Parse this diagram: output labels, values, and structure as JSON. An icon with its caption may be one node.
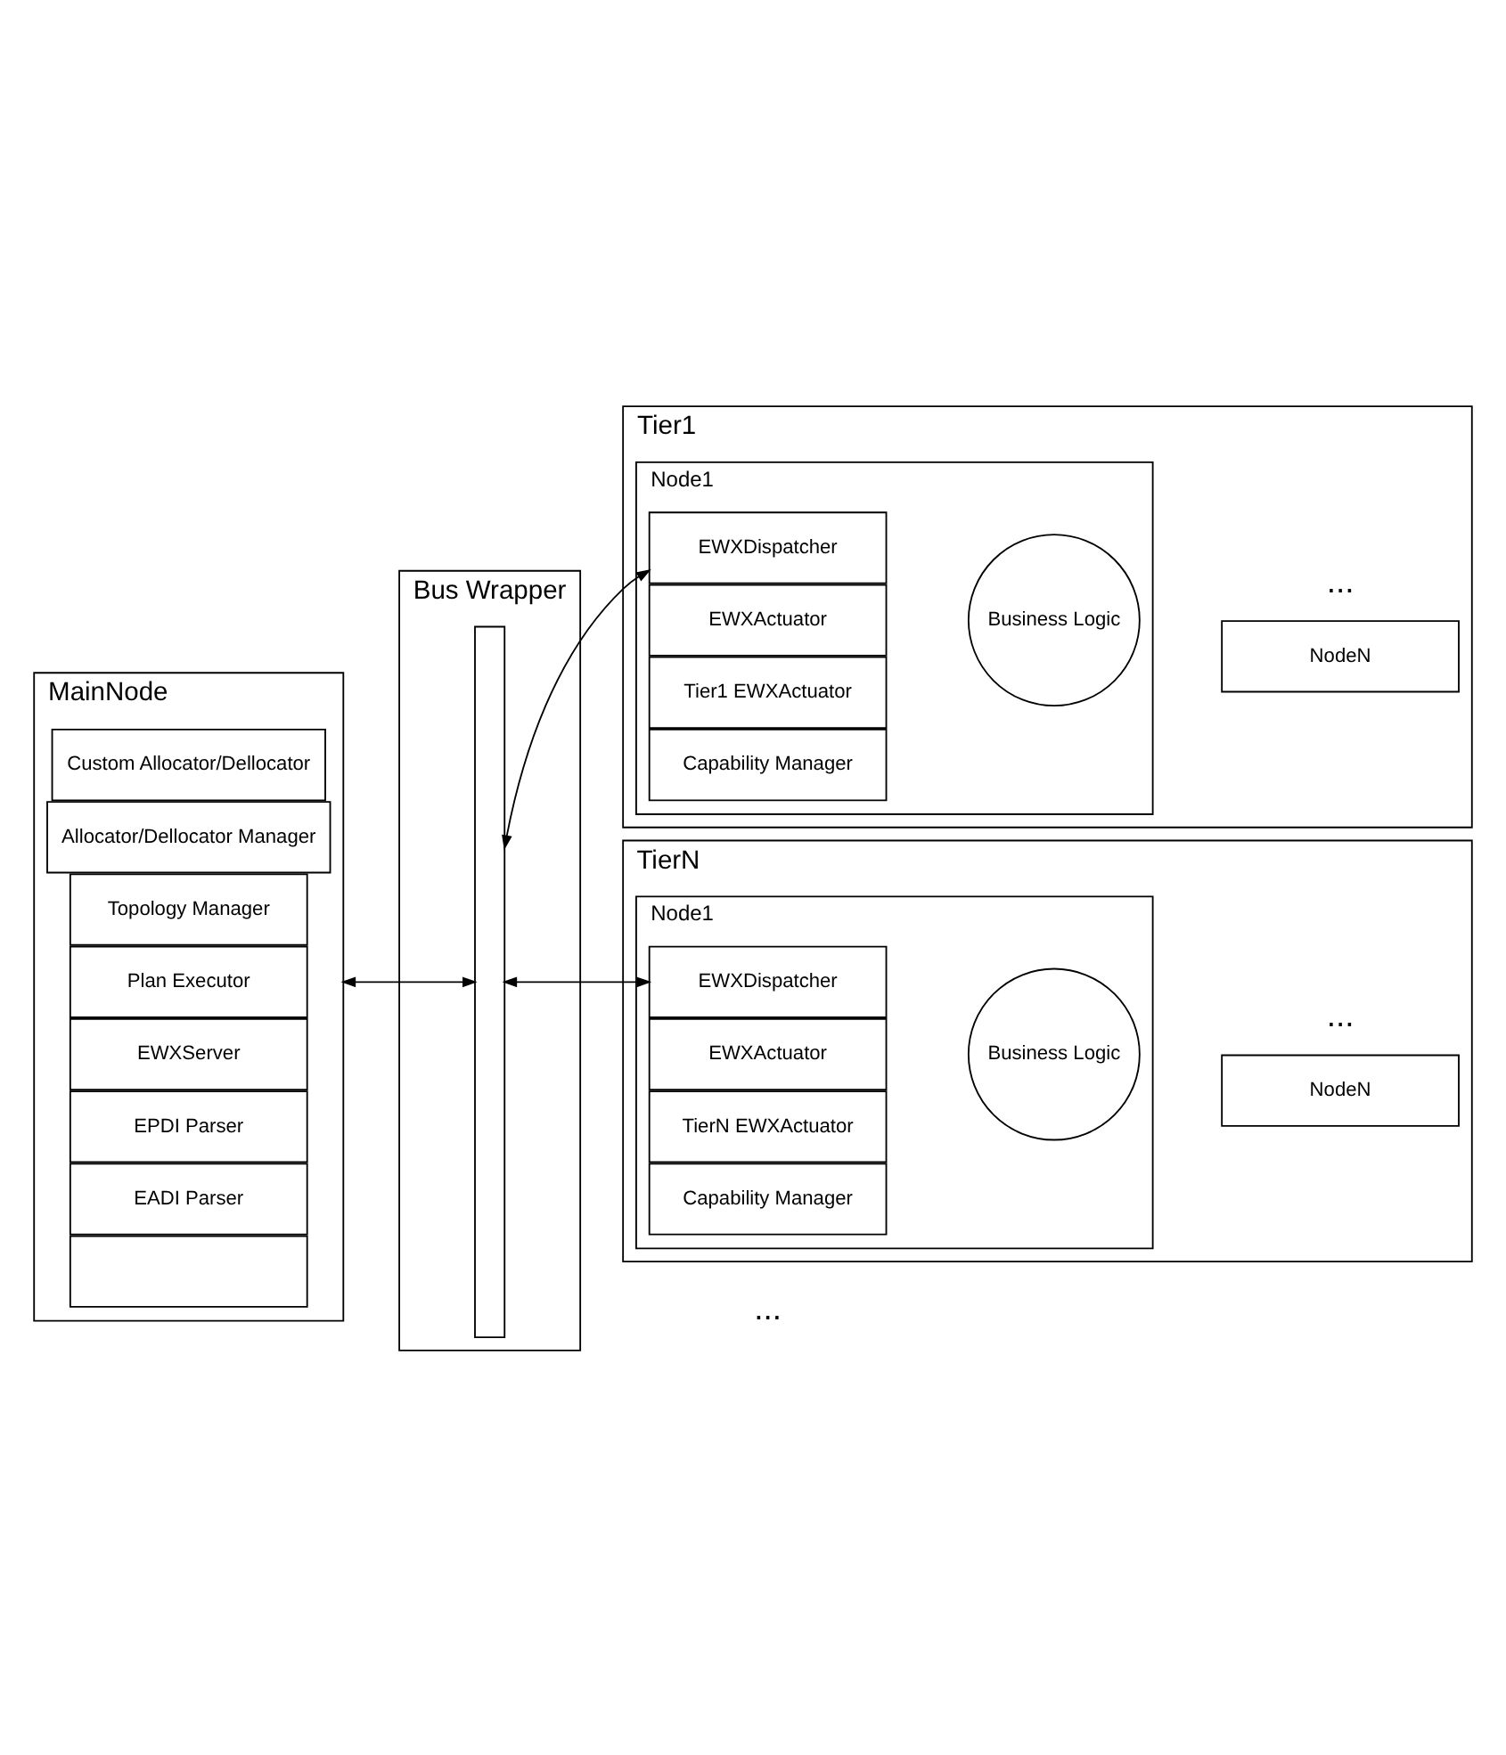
{
  "diagram": {
    "nodes": [
      {
        "text": [
          "MainNode"
        ]
      },
      {
        "text": [
          "Custom Allocator/Dellocator"
        ],
        "in": 0
      },
      {
        "text": [
          "Allocator/Dellocator Manager"
        ],
        "in": 0
      },
      {
        "text": [
          "Topology Manager"
        ],
        "in": 0
      },
      {
        "text": [
          "Plan Executor"
        ],
        "in": 0
      },
      {
        "text": [
          "EWXServer"
        ],
        "in": 0
      },
      {
        "text": [
          "EPDI Parser"
        ],
        "in": 0
      },
      {
        "text": [
          "EADI Parser"
        ],
        "in": 0
      },
      {
        "text": [],
        "shape": "box",
        "in": 0
      },
      {
        "text": [
          "Bus Wrapper"
        ]
      },
      {
        "text": [],
        "shape": "bar",
        "in": 9
      },
      {
        "text": [
          "Tier1"
        ]
      },
      {
        "text": [
          "Node1"
        ],
        "in": 11
      },
      {
        "text": [
          "EWXDispatcher"
        ],
        "in": 12
      },
      {
        "text": [
          "EWXActuator"
        ],
        "in": 12
      },
      {
        "text": [
          "Tier1 EWXActuator"
        ],
        "in": 12
      },
      {
        "text": [
          "Capability Manager"
        ],
        "in": 12
      },
      {
        "text": [
          "Business Logic"
        ],
        "in": 12
      },
      {
        "text": [
          "NodeN"
        ],
        "in": 11
      },
      {
        "text": [
          "TierN"
        ]
      },
      {
        "text": [
          "Node1"
        ],
        "in": 19
      },
      {
        "text": [
          "EWXDispatcher"
        ],
        "in": 20
      },
      {
        "text": [
          "EWXActuator"
        ],
        "in": 20
      },
      {
        "text": [
          "TierN EWXActuator"
        ],
        "in": 20
      },
      {
        "text": [
          "Capability Manager"
        ],
        "in": 20
      },
      {
        "text": [
          "Business Logic"
        ],
        "in": 20
      },
      {
        "text": [
          "NodeN"
        ],
        "in": 19
      }
    ],
    "edges": [
      {
        "from": 0,
        "to": 10,
        "arrow": "both"
      },
      {
        "from": 10,
        "to": 13,
        "arrow": "both"
      },
      {
        "from": 10,
        "to": 21,
        "arrow": "both"
      }
    ],
    "labels": [
      "...",
      "...",
      "..."
    ]
  }
}
